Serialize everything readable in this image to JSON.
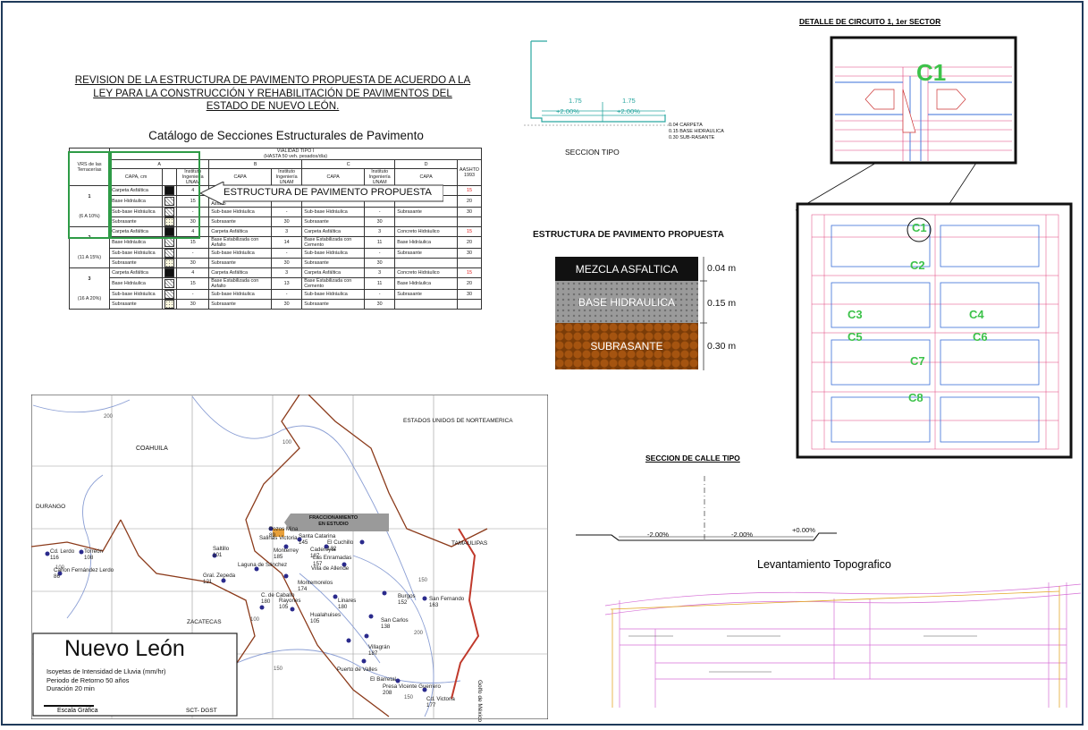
{
  "pavement_review": {
    "title_lines": [
      "REVISION DE LA ESTRUCTURA DE PAVIMENTO PROPUESTA DE ACUERDO A LA",
      "LEY PARA LA CONSTRUCCIÓN Y REHABILITACIÓN DE PAVIMENTOS DEL",
      "ESTADO DE NUEVO LEÓN."
    ],
    "subtitle": "Catálogo de Secciones Estructurales de Pavimento",
    "table": {
      "header_main": "VIALIDAD TIPO I",
      "header_sub": "(HASTA 50 veh. pesados/día)",
      "vrs_header": "VRS de las Terracerías",
      "groups": [
        "A",
        "B",
        "C",
        "D"
      ],
      "col_capa_cm": "CAPA, cm",
      "col_inst": "Instituto Ingeniería UNAM",
      "col_capa": "CAPA",
      "col_aashto": "AASHTO 1993",
      "rows": [
        {
          "num": "1",
          "range": "(6 A 10%)",
          "layers": [
            [
              "Carpeta Asfáltica",
              "4",
              "",
              "",
              "",
              "",
              "",
              "",
              "15"
            ],
            [
              "Base Hidráulica",
              "15",
              "Base Estabilizada con Asfalto",
              "",
              "",
              "",
              "",
              "",
              "20"
            ],
            [
              "Sub-base Hidráulica",
              "-",
              "Sub-base Hidráulica",
              "-",
              "Sub-base Hidráulica",
              "-",
              "Subrasante",
              "",
              "30"
            ],
            [
              "Subrasante",
              "30",
              "Subrasante",
              "30",
              "Subrasante",
              "30",
              "",
              "",
              ""
            ]
          ]
        },
        {
          "num": "2",
          "range": "(11 A 15%)",
          "layers": [
            [
              "Carpeta Asfáltica",
              "4",
              "Carpeta Asfáltica",
              "3",
              "Carpeta Asfáltica",
              "3",
              "Concreto Hidráulico",
              "",
              "15"
            ],
            [
              "Base Hidráulica",
              "15",
              "Base Estabilizada con Asfalto",
              "14",
              "Base Estabilizada con Cemento",
              "11",
              "Base Hidráulica",
              "",
              "20"
            ],
            [
              "Sub-base Hidráulica",
              "-",
              "Sub-base Hidráulica",
              "-",
              "Sub-base Hidráulica",
              "-",
              "Subrasante",
              "",
              "30"
            ],
            [
              "Subrasante",
              "30",
              "Subrasante",
              "30",
              "Subrasante",
              "30",
              "",
              "",
              ""
            ]
          ]
        },
        {
          "num": "3",
          "range": "(16 A 20%)",
          "layers": [
            [
              "Carpeta Asfáltica",
              "4",
              "Carpeta Asfáltica",
              "3",
              "Carpeta Asfáltica",
              "3",
              "Concreto Hidráulico",
              "",
              "15"
            ],
            [
              "Base Hidráulica",
              "15",
              "Base Estabilizada con Asfalto",
              "13",
              "Base Estabilizada con Cemento",
              "11",
              "Base Hidráulica",
              "",
              "20"
            ],
            [
              "Sub-base Hidráulica",
              "-",
              "Sub-base Hidráulica",
              "-",
              "Sub-base Hidráulica",
              "-",
              "Subrasante",
              "",
              "30"
            ],
            [
              "Subrasante",
              "30",
              "Subrasante",
              "30",
              "Subrasante",
              "30",
              "",
              "",
              ""
            ]
          ]
        }
      ]
    },
    "callout": "ESTRUCTURA DE PAVIMENTO PROPUESTA"
  },
  "seccion_tipo": {
    "label": "SECCION TIPO",
    "left_slope": "+2.00%",
    "right_slope": "+2.00%",
    "dim_left": "1.75",
    "dim_right": "1.75",
    "layers_text": [
      "0.04 CARPETA",
      "0.15 BASE HIDRAULICA",
      "0.30 SUB-RASANTE"
    ]
  },
  "pavement_structure": {
    "title": "ESTRUCTURA DE PAVIMENTO PROPUESTA",
    "layers": [
      {
        "name": "MEZCLA ASFALTICA",
        "thickness": "0.04 m"
      },
      {
        "name": "BASE HIDRAULICA",
        "thickness": "0.15 m"
      },
      {
        "name": "SUBRASANTE",
        "thickness": "0.30 m"
      }
    ]
  },
  "circuit_detail": {
    "title": "DETALLE DE CIRCUITO 1, 1er SECTOR",
    "zoom_label": "C1",
    "circuits": [
      "C1",
      "C2",
      "C3",
      "C4",
      "C5",
      "C6",
      "C7",
      "C8"
    ]
  },
  "street_section": {
    "title": "SECCION DE CALLE TIPO",
    "slopes": [
      "-2.00%",
      "-2.00%",
      "+0.00%"
    ]
  },
  "topo": {
    "title": "Levantamiento Topografico"
  },
  "map": {
    "title": "Nuevo León",
    "legend_lines": [
      "Isoyetas de Intensidad de Lluvia (mm/hr)",
      "Periodo de Retorno 50 años",
      "Duración 20 min"
    ],
    "scale_label": "Escala Gráfica",
    "source": "SCT- DGST",
    "study_label": [
      "FRACCIONAMIENTO",
      "EN ESTUDIO"
    ],
    "regions": [
      "COAHUILA",
      "ESTADOS UNIDOS DE NORTEAMERICA",
      "DURANGO",
      "TAMAULIPAS",
      "ZACATECAS",
      "Golfo de México"
    ],
    "isolines": [
      "200",
      "100",
      "150",
      "100",
      "150",
      "200",
      "150",
      "100"
    ],
    "places": [
      {
        "name": "Pozos Mina",
        "value": "89"
      },
      {
        "name": "Santa Catarina",
        "value": "145"
      },
      {
        "name": "Monterrey",
        "value": "185"
      },
      {
        "name": "Salinas Victoria",
        "value": ""
      },
      {
        "name": "El Cuchillo",
        "value": "132"
      },
      {
        "name": "Cadereyta",
        "value": "187"
      },
      {
        "name": "Las Enramadas",
        "value": "157"
      },
      {
        "name": "Saltillo",
        "value": "101"
      },
      {
        "name": "Gral. Zepeda",
        "value": "121"
      },
      {
        "name": "Laguna de Sánchez",
        "value": ""
      },
      {
        "name": "Villa de Allende",
        "value": ""
      },
      {
        "name": "Montemorelos",
        "value": "174"
      },
      {
        "name": "C. de Caballo",
        "value": "180"
      },
      {
        "name": "Rayones",
        "value": "105"
      },
      {
        "name": "Linares",
        "value": "180"
      },
      {
        "name": "Burgos",
        "value": "152"
      },
      {
        "name": "San Fernando",
        "value": "163"
      },
      {
        "name": "San Carlos",
        "value": "138"
      },
      {
        "name": "Villagrán",
        "value": "187"
      },
      {
        "name": "Hualahuises",
        "value": "105"
      },
      {
        "name": "Puerto de Valles",
        "value": ""
      },
      {
        "name": "El Barretal",
        "value": ""
      },
      {
        "name": "Presa Vicente Guerrero",
        "value": "208"
      },
      {
        "name": "Cd. Victoria",
        "value": "177"
      },
      {
        "name": "Cd. Lerdo",
        "value": "116"
      },
      {
        "name": "Torreón",
        "value": "108"
      },
      {
        "name": "Cañon Fernández Lerdo",
        "value": "86"
      }
    ]
  }
}
